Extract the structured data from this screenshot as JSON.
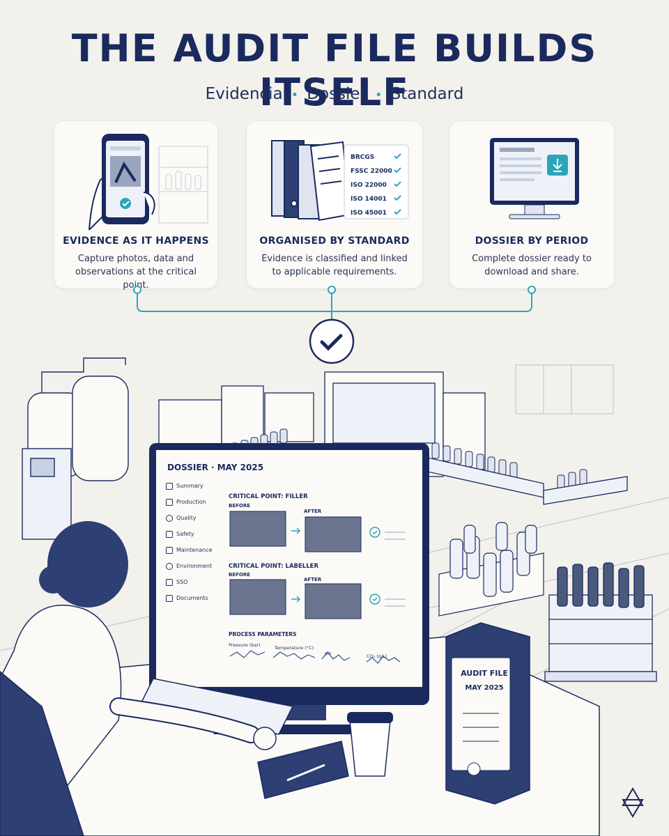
{
  "header": {
    "title": "THE AUDIT FILE BUILDS ITSELF",
    "subtitle_items": [
      "Evidencia",
      "Dossier",
      "Standard"
    ]
  },
  "cards": [
    {
      "title": "EVIDENCE AS IT HAPPENS",
      "text": "Capture photos, data and observations at the critical point.",
      "icon": "phone-camera-icon"
    },
    {
      "title": "ORGANISED BY STANDARD",
      "text": "Evidence is classified and linked to applicable requirements.",
      "icon": "binders-icon",
      "standards": [
        "BRCGS",
        "FSSC 22000",
        "ISO 22000",
        "ISO 14001",
        "ISO 45001"
      ]
    },
    {
      "title": "DOSSIER BY PERIOD",
      "text": "Complete dossier ready to download and share.",
      "icon": "monitor-download-icon"
    }
  ],
  "dossier": {
    "title": "DOSSIER · MAY 2025",
    "sidebar": [
      "Summary",
      "Production",
      "Quality",
      "Safety",
      "Maintenance",
      "Environment",
      "SSO",
      "Documents"
    ],
    "points": [
      {
        "title": "CRITICAL POINT: FILLER",
        "before": "BEFORE",
        "after": "AFTER"
      },
      {
        "title": "CRITICAL POINT: LABELLER",
        "before": "BEFORE",
        "after": "AFTER"
      }
    ],
    "params_title": "PROCESS PARAMETERS",
    "params": [
      "Pressure (bar)",
      "Temperature (°C)",
      "pH",
      "CO₂ (g/L)"
    ]
  },
  "audit_file": {
    "line1": "AUDIT FILE",
    "line2": "MAY 2025"
  },
  "colors": {
    "navy": "#1a2a5e",
    "teal": "#2ba6b8",
    "background": "#f3f1ec"
  }
}
